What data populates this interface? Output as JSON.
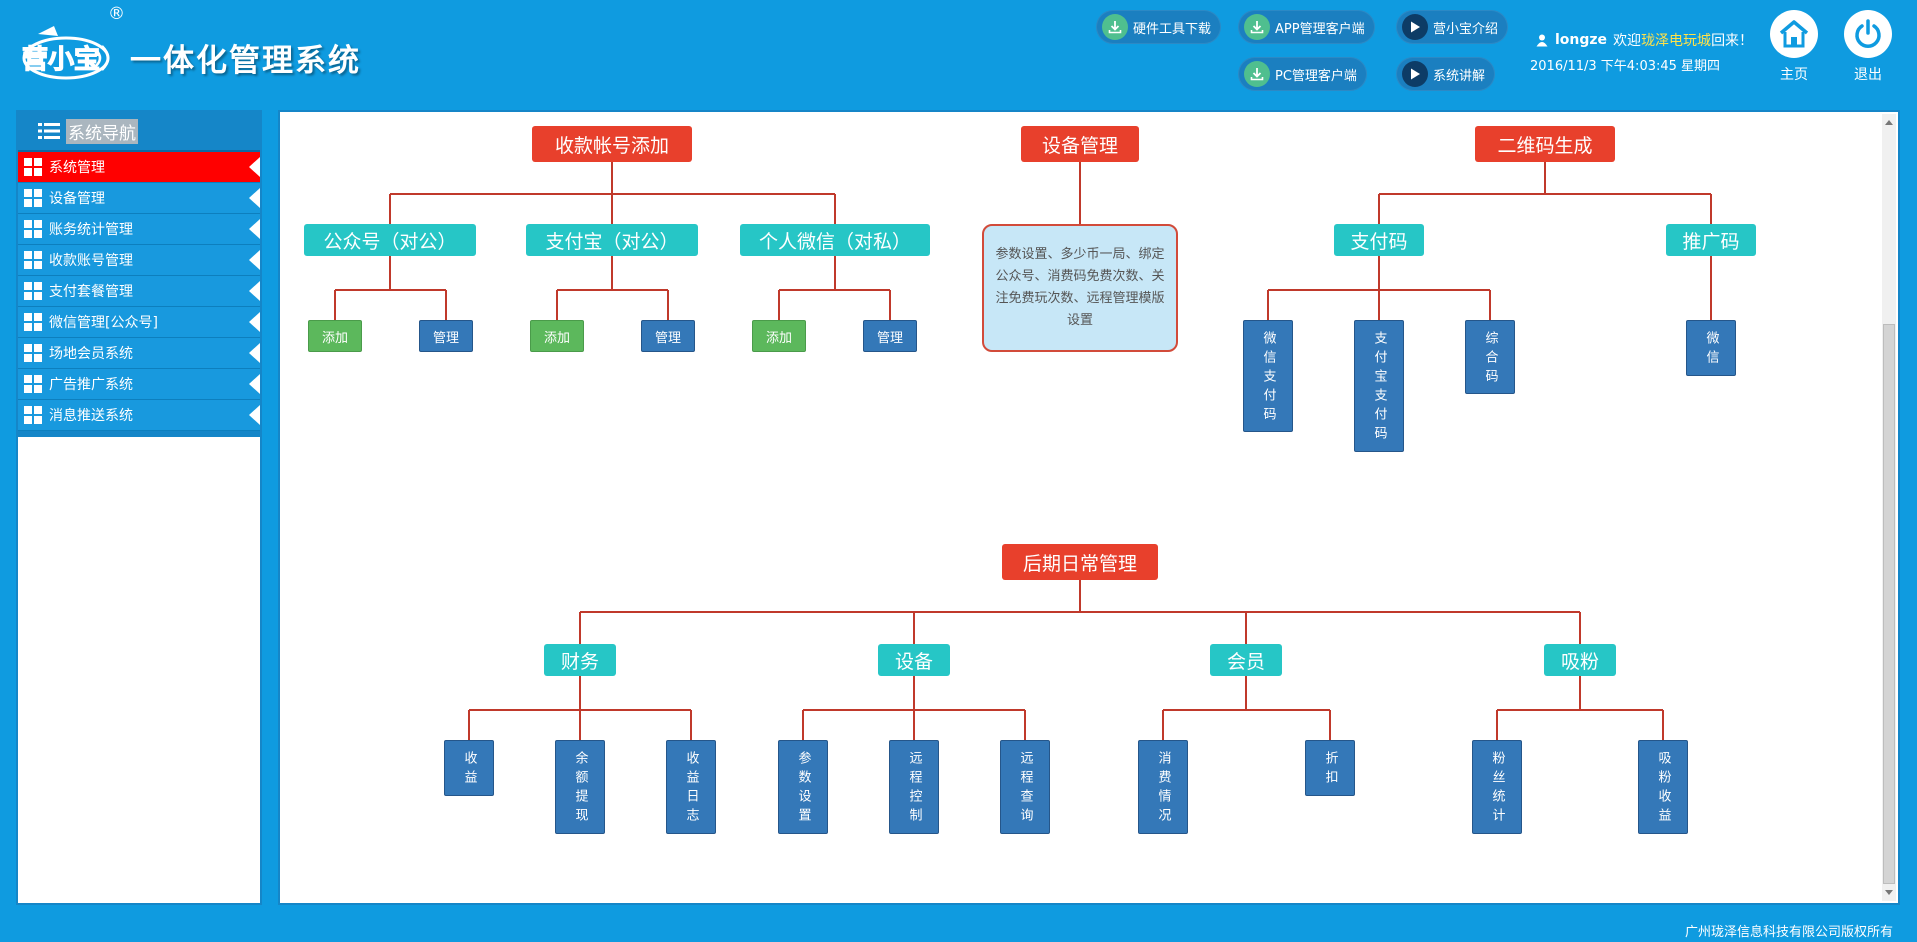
{
  "header": {
    "logo_text": "营小宝",
    "registered_mark": "®",
    "title": "一体化管理系统",
    "quick_links": [
      {
        "label": "硬件工具下载",
        "icon": "download-icon"
      },
      {
        "label": "APP管理客户端",
        "icon": "download-icon"
      },
      {
        "label": "营小宝介绍",
        "icon": "play-icon"
      },
      {
        "label": "PC管理客户端",
        "icon": "download-icon"
      },
      {
        "label": "系统讲解",
        "icon": "play-icon"
      }
    ],
    "user": {
      "username": "longze",
      "welcome_prefix": "欢迎",
      "store_name": "珑泽电玩城",
      "welcome_suffix": "回来！"
    },
    "datetime": "2016/11/3 下午4:03:45 星期四",
    "home_label": "主页",
    "logout_label": "退出"
  },
  "sidebar": {
    "title": "系统导航",
    "items": [
      {
        "label": "系统管理",
        "active": true
      },
      {
        "label": "设备管理",
        "active": false
      },
      {
        "label": "账务统计管理",
        "active": false
      },
      {
        "label": "收款账号管理",
        "active": false
      },
      {
        "label": "支付套餐管理",
        "active": false
      },
      {
        "label": "微信管理[公众号]",
        "active": false
      },
      {
        "label": "场地会员系统",
        "active": false
      },
      {
        "label": "广告推广系统",
        "active": false
      },
      {
        "label": "消息推送系统",
        "active": false
      }
    ]
  },
  "diagram": {
    "account": {
      "title": "收款帐号添加",
      "groups": [
        {
          "label": "公众号（对公）",
          "add": "添加",
          "manage": "管理"
        },
        {
          "label": "支付宝（对公）",
          "add": "添加",
          "manage": "管理"
        },
        {
          "label": "个人微信（对私）",
          "add": "添加",
          "manage": "管理"
        }
      ]
    },
    "device": {
      "title": "设备管理",
      "description": "参数设置、多少币一局、绑定公众号、消费码免费次数、关注免费玩次数、远程管理模版设置"
    },
    "qrcode": {
      "title": "二维码生成",
      "pay_code": {
        "label": "支付码",
        "children": [
          "微信支付码",
          "支付宝支付码",
          "综合码"
        ]
      },
      "promo_code": {
        "label": "推广码",
        "children": [
          "微信"
        ]
      }
    },
    "daily": {
      "title": "后期日常管理",
      "groups": [
        {
          "label": "财务",
          "children": [
            "收益",
            "余额提现",
            "收益日志"
          ]
        },
        {
          "label": "设备",
          "children": [
            "参数设置",
            "远程控制",
            "远程查询"
          ]
        },
        {
          "label": "会员",
          "children": [
            "消费情况",
            "折扣"
          ]
        },
        {
          "label": "吸粉",
          "children": [
            "粉丝统计",
            "吸粉收益"
          ]
        }
      ]
    }
  },
  "footer": {
    "copyright": "广州珑泽信息科技有限公司版权所有"
  },
  "colors": {
    "background": "#0f9be0",
    "active_nav": "#ff0000",
    "title_box": "#e8402c",
    "category_box": "#26c6c6",
    "leaf_box": "#3478b8",
    "add_box": "#5cb85c",
    "connector": "#c0392b"
  }
}
